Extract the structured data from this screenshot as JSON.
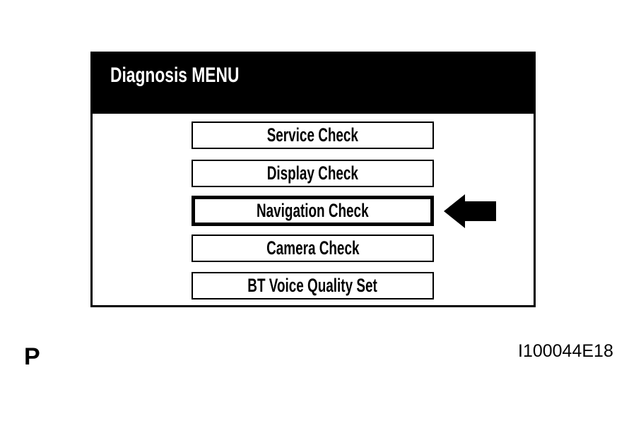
{
  "screen": {
    "title": "Diagnosis MENU",
    "buttons": [
      {
        "label": "Service Check",
        "selected": false
      },
      {
        "label": "Display Check",
        "selected": false
      },
      {
        "label": "Navigation Check",
        "selected": true
      },
      {
        "label": "Camera Check",
        "selected": false
      },
      {
        "label": "BT Voice Quality Set",
        "selected": false
      }
    ],
    "selection_indicator_icon": "left-arrow-icon"
  },
  "annotations": {
    "page_marker": "P",
    "figure_id": "I100044E18"
  },
  "colors": {
    "header_bg": "#000000",
    "header_text": "#ffffff",
    "panel_bg": "#ffffff",
    "border": "#000000",
    "arrow": "#000000"
  }
}
